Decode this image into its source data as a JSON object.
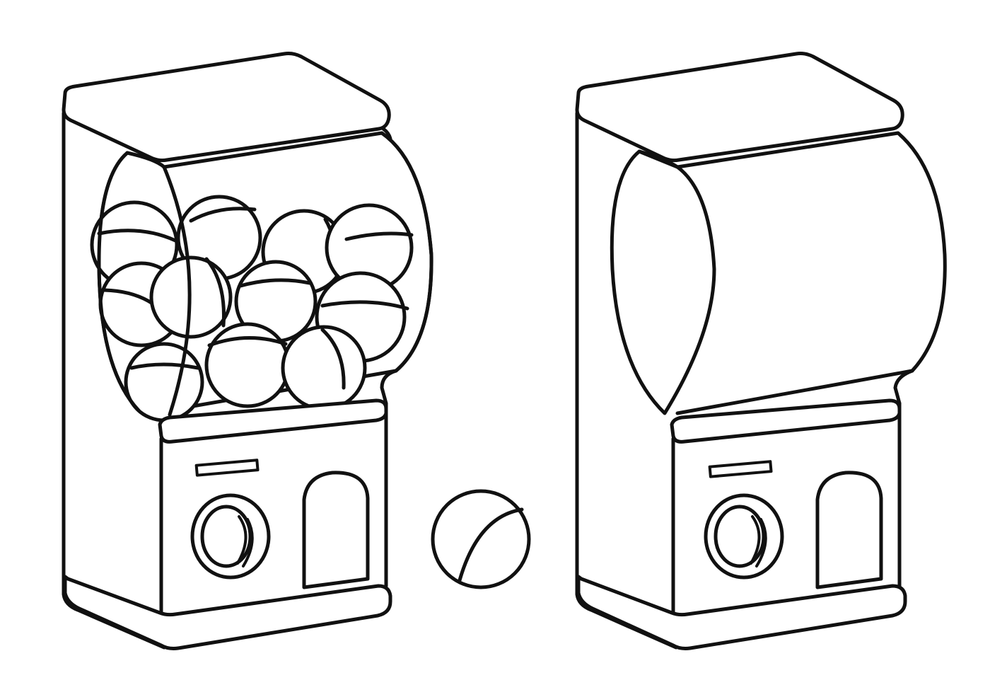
{
  "scene": {
    "style": "black line art",
    "background_color": "#ffffff",
    "line_color": "#111111",
    "objects": [
      {
        "name": "gumball-machine",
        "state": "filled with capsules"
      },
      {
        "name": "capsule-ball",
        "state": "loose"
      },
      {
        "name": "gumball-machine",
        "state": "empty"
      }
    ]
  }
}
